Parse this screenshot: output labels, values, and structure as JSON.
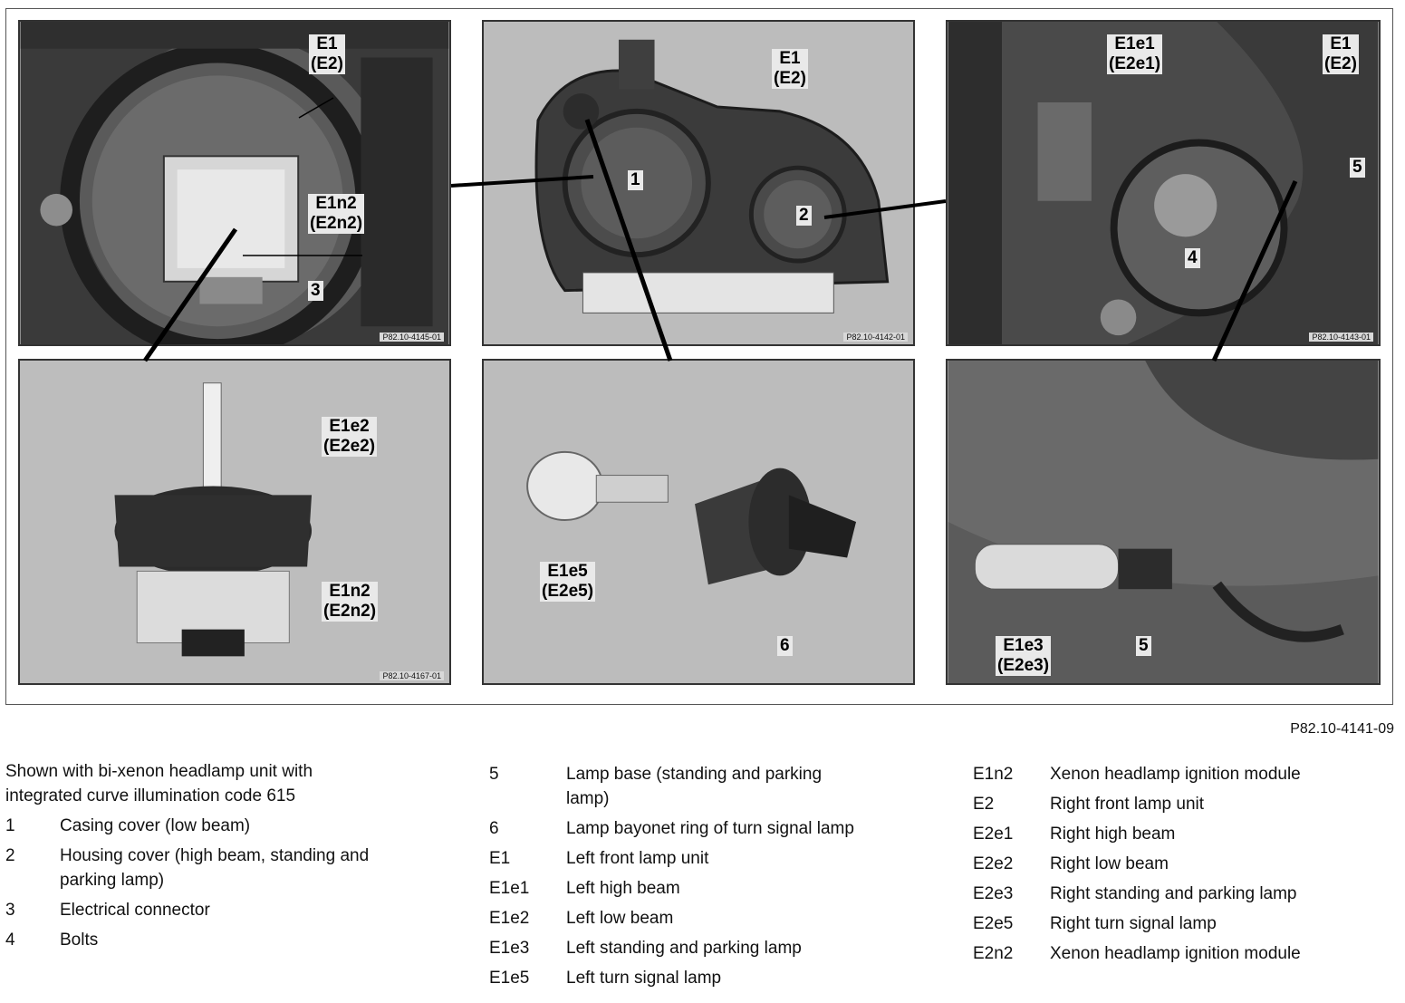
{
  "figure_code": "P82.10-4141-09",
  "panels": {
    "top_left": {
      "photo_ref": "P82.10-4145-01",
      "labels": {
        "e1": "E1",
        "e2": "(E2)",
        "e1n2": "E1n2",
        "e2n2": "(E2n2)",
        "n3": "3"
      }
    },
    "top_center": {
      "photo_ref": "P82.10-4142-01",
      "labels": {
        "e1": "E1",
        "e2": "(E2)",
        "n1": "1",
        "n2": "2"
      }
    },
    "top_right": {
      "photo_ref": "P82.10-4143-01",
      "labels": {
        "e1e1": "E1e1",
        "e2e1": "(E2e1)",
        "e1": "E1",
        "e2": "(E2)",
        "n5": "5",
        "n4": "4"
      }
    },
    "bottom_left": {
      "photo_ref": "P82.10-4167-01",
      "labels": {
        "e1e2": "E1e2",
        "e2e2": "(E2e2)",
        "e1n2": "E1n2",
        "e2n2": "(E2n2)"
      }
    },
    "bottom_center": {
      "labels": {
        "e1e5": "E1e5",
        "e2e5": "(E2e5)",
        "n6": "6"
      }
    },
    "bottom_right": {
      "labels": {
        "e1e3": "E1e3",
        "e2e3": "(E2e3)",
        "n5": "5"
      }
    }
  },
  "legend": {
    "intro": "Shown with bi-xenon headlamp unit with integrated curve illumination code 615",
    "column1": [
      {
        "key": "1",
        "value": "Casing cover (low beam)"
      },
      {
        "key": "2",
        "value": "Housing cover (high beam, standing and parking lamp)"
      },
      {
        "key": "3",
        "value": "Electrical connector"
      },
      {
        "key": "4",
        "value": "Bolts"
      }
    ],
    "column2": [
      {
        "key": "5",
        "value": "Lamp base (standing and parking lamp)"
      },
      {
        "key": "6",
        "value": "Lamp bayonet ring of turn signal lamp"
      },
      {
        "key": "E1",
        "value": "Left front lamp unit"
      },
      {
        "key": "E1e1",
        "value": "Left high beam"
      },
      {
        "key": "E1e2",
        "value": "Left low beam"
      },
      {
        "key": "E1e3",
        "value": "Left standing and parking lamp"
      },
      {
        "key": "E1e5",
        "value": "Left turn signal lamp"
      }
    ],
    "column3": [
      {
        "key": "E1n2",
        "value": "Xenon headlamp ignition module"
      },
      {
        "key": "E2",
        "value": "Right front lamp unit"
      },
      {
        "key": "E2e1",
        "value": "Right high beam"
      },
      {
        "key": "E2e2",
        "value": "Right low beam"
      },
      {
        "key": "E2e3",
        "value": "Right standing and parking lamp"
      },
      {
        "key": "E2e5",
        "value": "Right turn signal lamp"
      },
      {
        "key": "E2n2",
        "value": "Xenon headlamp ignition module"
      }
    ]
  }
}
